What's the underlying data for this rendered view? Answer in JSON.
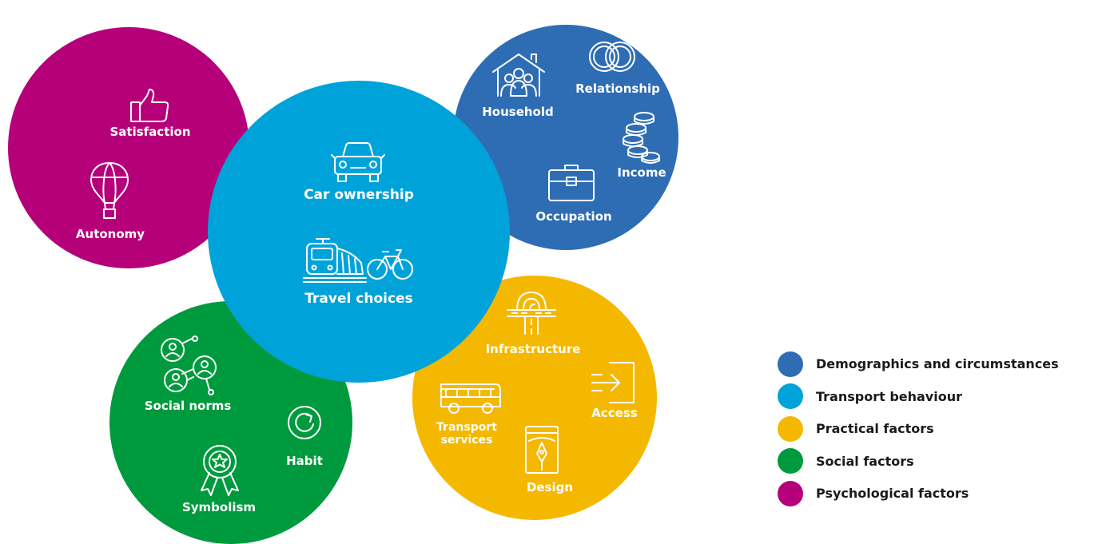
{
  "colors": {
    "demographics": "#2e6db4",
    "transport": "#00a3d9",
    "practical": "#f5b800",
    "social": "#009a3e",
    "psychological": "#b5007a"
  },
  "psychological": {
    "items": [
      {
        "label": "Satisfaction",
        "icon": "thumbs-up-icon"
      },
      {
        "label": "Autonomy",
        "icon": "hot-air-balloon-icon"
      }
    ]
  },
  "demographics": {
    "items": [
      {
        "label": "Household",
        "icon": "house-family-icon"
      },
      {
        "label": "Relationship",
        "icon": "rings-icon"
      },
      {
        "label": "Income",
        "icon": "coins-icon"
      },
      {
        "label": "Occupation",
        "icon": "briefcase-icon"
      }
    ]
  },
  "transport": {
    "items": [
      {
        "label": "Car ownership",
        "icon": "car-icon"
      },
      {
        "label": "Travel choices",
        "icon": "train-bicycle-icon"
      }
    ]
  },
  "practical": {
    "items": [
      {
        "label": "Infrastructure",
        "icon": "road-interchange-icon"
      },
      {
        "label": "Access",
        "icon": "enter-icon"
      },
      {
        "label": "Transport services",
        "icon": "bus-icon"
      },
      {
        "label": "Design",
        "icon": "pen-tool-icon"
      }
    ]
  },
  "social": {
    "items": [
      {
        "label": "Social norms",
        "icon": "people-network-icon"
      },
      {
        "label": "Habit",
        "icon": "refresh-icon"
      },
      {
        "label": "Symbolism",
        "icon": "award-ribbon-icon"
      }
    ]
  },
  "legend": [
    {
      "label": "Demographics and circumstances",
      "color": "#2e6db4"
    },
    {
      "label": "Transport behaviour",
      "color": "#00a3d9"
    },
    {
      "label": "Practical factors",
      "color": "#f5b800"
    },
    {
      "label": "Social factors",
      "color": "#009a3e"
    },
    {
      "label": "Psychological factors",
      "color": "#b5007a"
    }
  ]
}
